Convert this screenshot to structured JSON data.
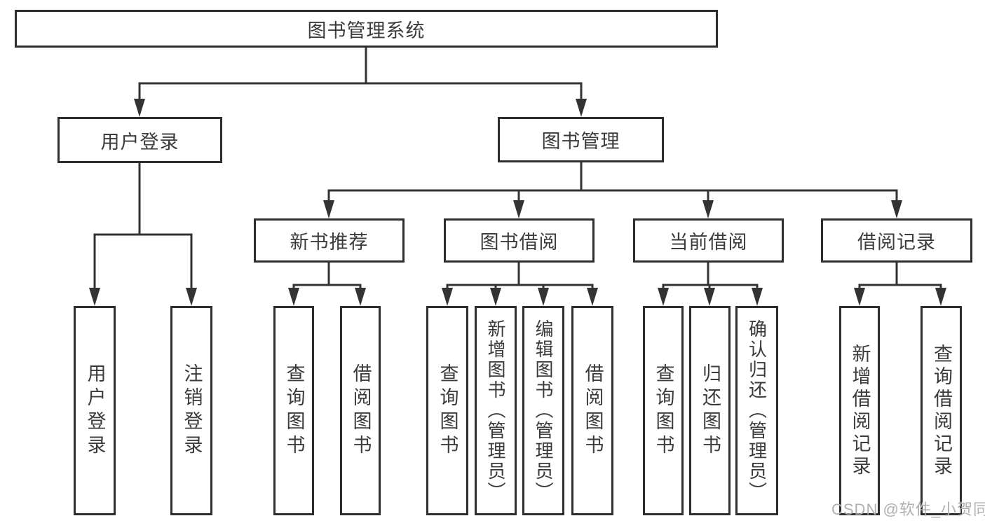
{
  "diagram": {
    "type": "hierarchy-tree",
    "tree": {
      "root": {
        "label": "图书管理系统"
      },
      "branches": [
        {
          "label": "用户登录",
          "children": [
            {
              "label": "用户登录"
            },
            {
              "label": "注销登录"
            }
          ]
        },
        {
          "label": "图书管理",
          "children": [
            {
              "label": "新书推荐",
              "children": [
                {
                  "label": "查询图书"
                },
                {
                  "label": "借阅图书"
                }
              ]
            },
            {
              "label": "图书借阅",
              "children": [
                {
                  "label": "查询图书"
                },
                {
                  "label": "新增图书（管理员）"
                },
                {
                  "label": "编辑图书（管理员）"
                },
                {
                  "label": "借阅图书"
                }
              ]
            },
            {
              "label": "当前借阅",
              "children": [
                {
                  "label": "查询图书"
                },
                {
                  "label": "归还图书"
                },
                {
                  "label": "确认归还（管理员）"
                }
              ]
            },
            {
              "label": "借阅记录",
              "children": [
                {
                  "label": "新增借阅记录"
                },
                {
                  "label": "查询借阅记录"
                }
              ]
            }
          ]
        }
      ]
    },
    "colors": {
      "line": "#333333",
      "box_border": "#2e2e2e",
      "text": "#3b3b3b",
      "watermark_text": "#b0b0b0",
      "background": "#ffffff"
    }
  },
  "watermark": {
    "text": "CSDN @软件_小贺同学"
  }
}
